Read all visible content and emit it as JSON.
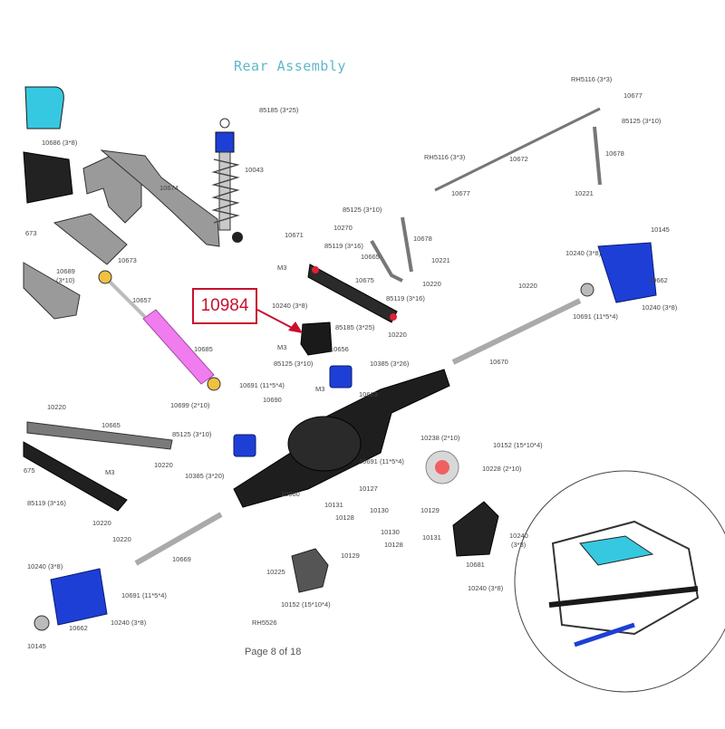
{
  "diagram": {
    "title": "Rear Assembly",
    "footer": "Page 8 of 18",
    "callout": "10984",
    "colors": {
      "title": "#5fb8c8",
      "callout": "#c8102e",
      "part_blue": "#1d3fd6",
      "part_pink": "#f07cf0",
      "part_cyan": "#36c8e0",
      "frame_gray": "#8f8f8f",
      "dark": "#1a1a1a"
    },
    "labels": {
      "l01": "85185 (3*25)",
      "l02": "10043",
      "l03": "10686 (3*8)",
      "l04": "10674",
      "l05": "10673",
      "l06": "673",
      "l07": "10689",
      "l08": "(3*10)",
      "l09": "10657",
      "l10": "10685",
      "l11": "10691 (11*5*4)",
      "l12": "10699 (2*10)",
      "l13": "10690",
      "l14": "RH5116 (3*3)",
      "l15": "10677",
      "l16": "85125 (3*10)",
      "l17": "10678",
      "l18": "10672",
      "l19": "RH5116 (3*3)",
      "l20": "10677",
      "l21": "10221",
      "l22": "85125 (3*10)",
      "l23": "10270",
      "l24": "10671",
      "l25": "85119 (3*16)",
      "l26": "10665",
      "l27": "10678",
      "l28": "10221",
      "l29": "10675",
      "l30": "M3",
      "l31": "10220",
      "l32": "85119 (3*16)",
      "l33": "10240 (3*8)",
      "l34": "85185 (3*25)",
      "l35": "10220",
      "l36": "M3",
      "l37": "10656",
      "l38": "85125 (3*10)",
      "l39": "10385 (3*26)",
      "l40": "M3",
      "l41": "10663",
      "l42": "10220",
      "l43": "10145",
      "l44": "10240 (3*8)",
      "l45": "10662",
      "l46": "10240 (3*8)",
      "l47": "10691 (11*5*4)",
      "l48": "10670",
      "l49": "10220",
      "l50": "10665",
      "l51": "85125 (3*10)",
      "l52": "10220",
      "l53": "M3",
      "l54": "10385 (3*20)",
      "l55": "675",
      "l56": "85119 (3*16)",
      "l57": "10220",
      "l58": "10660",
      "l59": "10691 (11*5*4)",
      "l60": "10127",
      "l61": "10238 (2*10)",
      "l62": "10152 (15*10*4)",
      "l63": "10228 (2*10)",
      "l64": "10131",
      "l65": "10128",
      "l66": "10130",
      "l67": "10129",
      "l68": "10130",
      "l69": "10128",
      "l70": "10131",
      "l71": "10129",
      "l72": "10220",
      "l73": "10669",
      "l74": "10240 (3*8)",
      "l75": "10691 (11*5*4)",
      "l76": "10240 (3*8)",
      "l77": "10662",
      "l78": "10145",
      "l79": "10225",
      "l80": "10152 (15*10*4)",
      "l81": "RH5526",
      "l82": "10681",
      "l83": "10240",
      "l84": "(3*8)",
      "l85": "10240 (3*8)"
    }
  }
}
